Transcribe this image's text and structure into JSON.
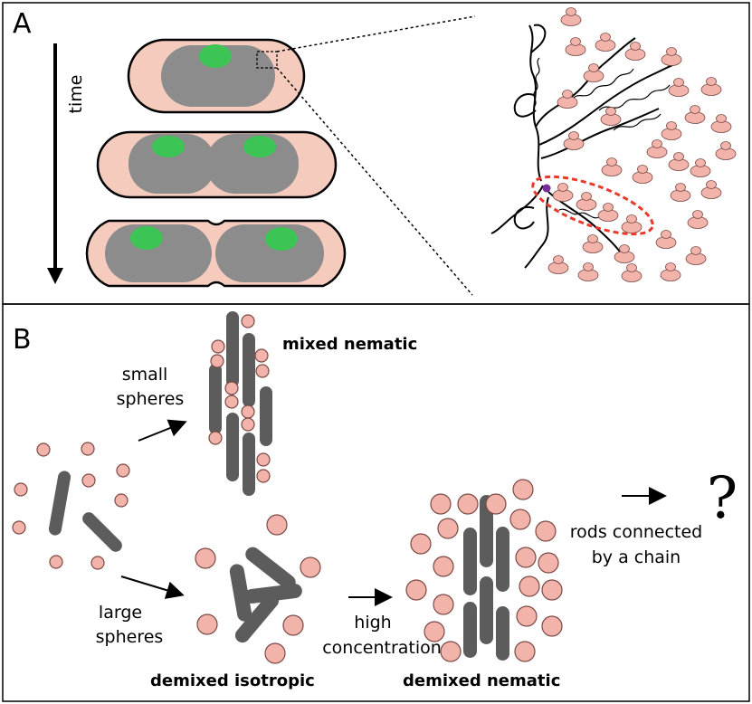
{
  "panelA": {
    "letter": "A",
    "time_label": "time"
  },
  "panelB": {
    "letter": "B",
    "small_spheres_line1": "small",
    "small_spheres_line2": "spheres",
    "large_spheres_line1": "large",
    "large_spheres_line2": "spheres",
    "mixed_nematic": "mixed nematic",
    "demixed_isotropic": "demixed isotropic",
    "demixed_nematic": "demixed nematic",
    "high_concentration_line1": "high",
    "high_concentration_line2": "concentration",
    "rods_chain_line1": "rods connected",
    "rods_chain_line2": "by a chain",
    "question_mark": "?"
  },
  "colors": {
    "cell_pink": "#f4cbbd",
    "nucleoid_gray": "#8c8c8c",
    "green_spot": "#3cc455",
    "sphere_pink": "#f2b3ab",
    "rod_gray": "#5c5c5c",
    "dashed_red": "#e8392a",
    "purple_dot": "#7a2a9a"
  }
}
